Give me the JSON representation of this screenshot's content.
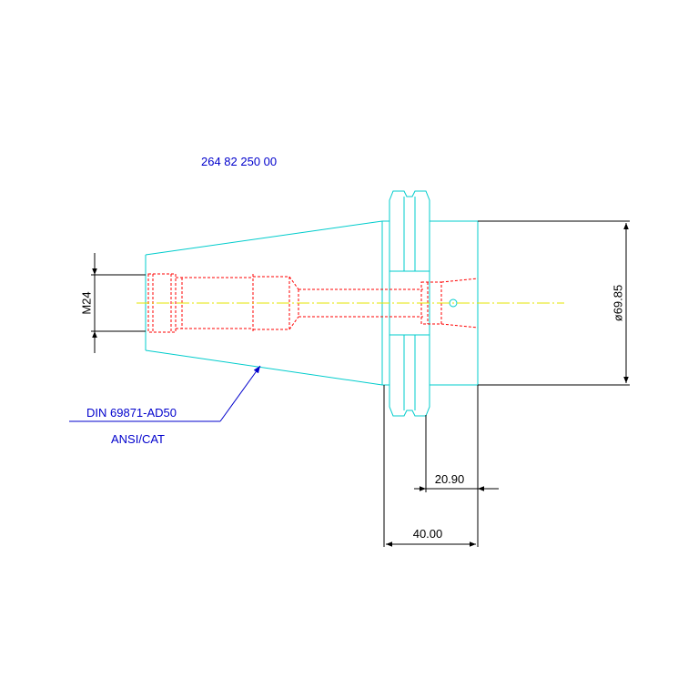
{
  "part_number": "264 82 250 00",
  "standard_label": "DIN 69871-AD50",
  "standard_sublabel": "ANSI/CAT",
  "dimensions": {
    "thread": "M24",
    "diameter": "ø69.85",
    "length_short": "20.90",
    "length_long": "40.00"
  },
  "colors": {
    "outline": "#00cccc",
    "hidden": "#ff0000",
    "centerline": "#ffff00",
    "dimension": "#000000",
    "annotation": "#0000cc"
  }
}
